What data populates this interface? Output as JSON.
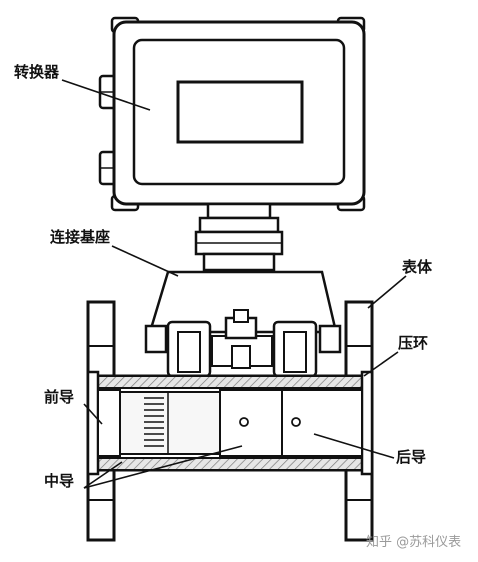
{
  "labels": {
    "converter": "转换器",
    "connection_base": "连接基座",
    "meter_body": "表体",
    "pressure_ring": "压环",
    "front_guide": "前导",
    "middle_guide": "中导",
    "rear_guide": "后导"
  },
  "watermark": "知乎 @苏科仪表",
  "colors": {
    "line": "#111111",
    "hatch": "#8a8a8a",
    "fill_light": "#f2f2f2",
    "fill_mid": "#d8d8d8",
    "watermark": "#9a9a9a"
  }
}
